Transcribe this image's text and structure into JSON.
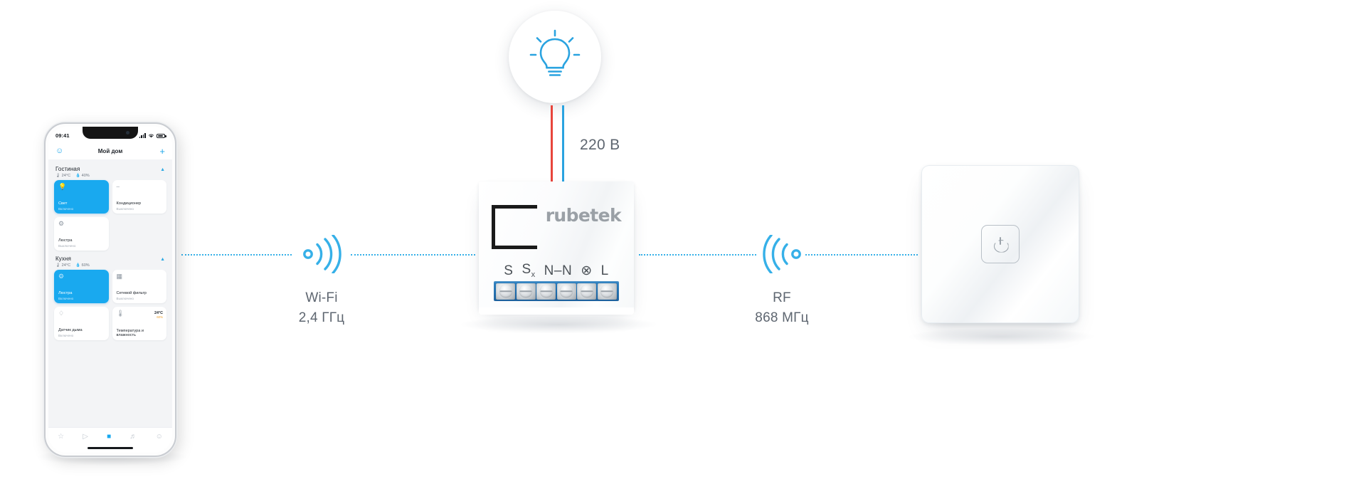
{
  "phone": {
    "status_bar": {
      "time": "09:41",
      "signal_icon": "cellular-bars-icon",
      "wifi_icon": "wifi-icon",
      "battery_icon": "battery-icon"
    },
    "header": {
      "profile_icon": "profile-icon",
      "title": "Мой дом",
      "add_icon": "plus-icon"
    },
    "rooms": [
      {
        "name": "Гостиная",
        "temperature": "24°C",
        "humidity": "40%",
        "collapse_icon": "chevron-up-icon",
        "devices": [
          {
            "name": "Свет",
            "state": "Включено",
            "icon": "bulb-icon",
            "active": true
          },
          {
            "name": "Кондиционер",
            "state": "Выключено",
            "icon": "ac-icon",
            "active": false
          },
          {
            "name": "Люстра",
            "state": "Выключено",
            "icon": "chandelier-icon",
            "active": false
          }
        ]
      },
      {
        "name": "Кухня",
        "temperature": "24°C",
        "humidity": "60%",
        "collapse_icon": "chevron-up-icon",
        "devices": [
          {
            "name": "Люстра",
            "state": "Включено",
            "icon": "chandelier-icon",
            "active": true
          },
          {
            "name": "Сетевой фильтр",
            "state": "Выключено",
            "icon": "power-strip-icon",
            "active": false
          },
          {
            "name": "Датчик дыма",
            "state": "Включено",
            "icon": "smoke-detector-icon",
            "active": false
          },
          {
            "name": "Температура и влажность",
            "state": "",
            "icon": "thermometer-icon",
            "active": false,
            "badge_temp": "24°C",
            "badge_hum": "60%"
          }
        ]
      }
    ],
    "tabbar": [
      {
        "icon": "star-icon",
        "active": false
      },
      {
        "icon": "play-icon",
        "active": false
      },
      {
        "icon": "home-icon",
        "active": true
      },
      {
        "icon": "bell-icon",
        "active": false
      },
      {
        "icon": "person-icon",
        "active": false
      }
    ]
  },
  "connections": {
    "wifi": {
      "icon": "wifi-signal-icon",
      "line1": "Wi-Fi",
      "line2": "2,4 ГГц"
    },
    "rf": {
      "icon": "rf-signal-icon",
      "line1": "RF",
      "line2": "868 МГц"
    },
    "mains": {
      "label": "220 В",
      "wire_live_color": "#e8453c",
      "wire_neutral_color": "#2aa3e0"
    }
  },
  "lamp": {
    "icon": "light-bulb-icon",
    "color": "#2aa3e0"
  },
  "module": {
    "brand": "rubetek",
    "mark_icon": "bracket-mark-icon",
    "terminals": [
      "S",
      "S",
      "N",
      "−",
      "N",
      "⊗",
      "L"
    ],
    "terminal_labels": {
      "s": "S",
      "sx": "S",
      "sx_sub": "x",
      "nn": "N–N",
      "ground": "⊗",
      "l": "L"
    },
    "screw_count": 6,
    "strip_color": "#1f6fb0"
  },
  "switch": {
    "icon": "power-icon",
    "button_name": "power-button"
  },
  "colors": {
    "accent": "#19a9ef",
    "dash": "#36b0e8",
    "text": "#5e6670"
  }
}
